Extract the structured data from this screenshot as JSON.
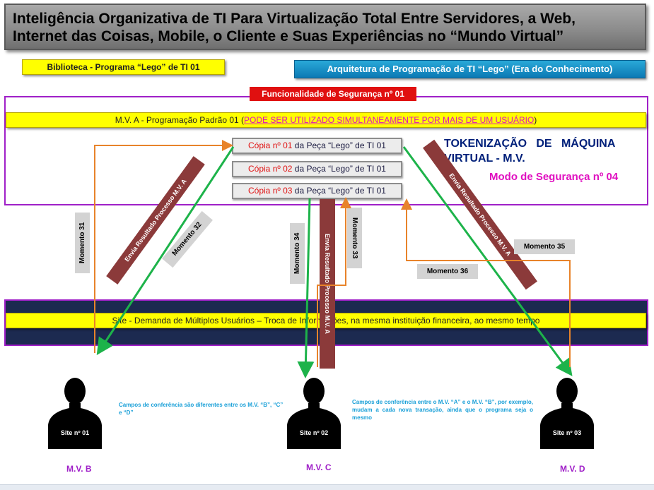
{
  "title": {
    "line1": "Inteligência Organizativa de TI Para Virtualização Total Entre Servidores, a Web,",
    "line2": "Internet das Coisas, Mobile, o Cliente e Suas Experiências no “Mundo Virtual”"
  },
  "library_button": "Biblioteca  - Programa “Lego” de TI 01",
  "architecture_button": "Arquitetura  de Programação  de TI “Lego” (Era do Conhecimento)",
  "security_button": "Funcionalidade de Segurança nº 01",
  "mv_a_bar": {
    "prefix": "M.V. A - Programação Padrão 01 (",
    "highlight": "PODE SER UTILIZADO SIMULTANEAMENTE POR MAIS DE UM USUÁRIO",
    "suffix": ")"
  },
  "copies": [
    {
      "red": "Cópia nº 01",
      "rest": " da Peça “Lego” de TI 01"
    },
    {
      "red": "Cópia nº 02",
      "rest": " da Peça “Lego” de TI 01"
    },
    {
      "red": "Cópia nº 03",
      "rest": " da Peça “Lego” de TI 01"
    }
  ],
  "tokenization": {
    "line1": "TOKENIZAÇÃO   DE   MÁQUINA",
    "line2": "VIRTUAL - M.V.",
    "mode": "Modo de Segurança nº 04"
  },
  "moments": {
    "m31": "Momento 31",
    "m32": "Momento 32",
    "m33": "Momento 33",
    "m34": "Momento 34",
    "m35": "Momento 35",
    "m36": "Momento 36"
  },
  "send_result": "Envia Resultado Processo M.V. A",
  "site_bar": "Site  - Demanda de Múltiplos Usuários – Troca de Informações, na mesma instituição financeira, ao mesmo tempo",
  "notes": {
    "left": "Campos de conferência são diferentes entre os M.V. “B”, “C” e “D”",
    "right": "Campos de conferência entre o M.V. “A” e o M.V. “B”, por exemplo, mudam a cada nova transação, ainda que o programa seja o mesmo"
  },
  "sites": [
    {
      "label": "Site nº 01",
      "mv": "M.V. B"
    },
    {
      "label": "Site nº 02",
      "mv": "M.V. C"
    },
    {
      "label": "Site nº 03",
      "mv": "M.V. D"
    }
  ],
  "colors": {
    "arrow_green": "#1db34a",
    "arrow_orange": "#e8832a",
    "brown": "#8b3a3a",
    "purple": "#a020c8",
    "navy": "#1c2a50"
  }
}
